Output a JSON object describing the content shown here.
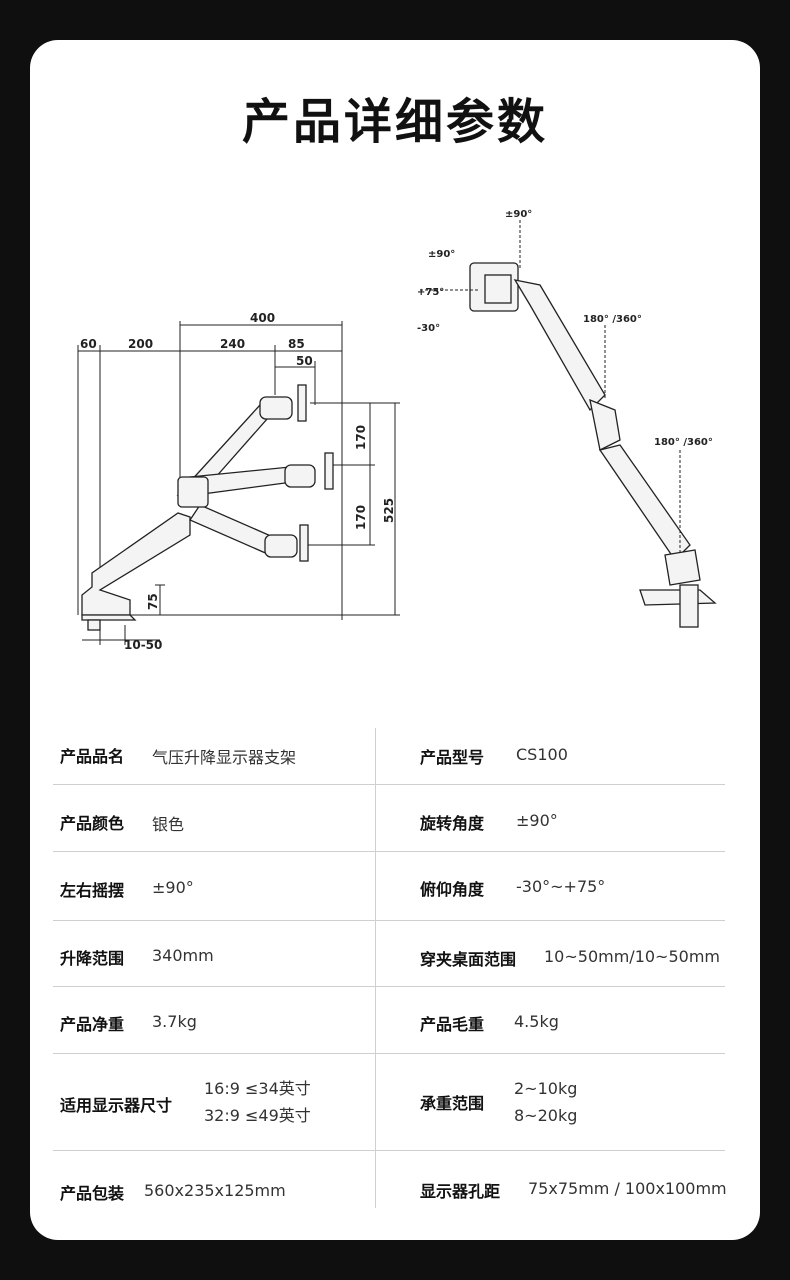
{
  "title": "产品详细参数",
  "diagram": {
    "dims": [
      "400",
      "60",
      "200",
      "240",
      "85",
      "50",
      "170",
      "170",
      "525",
      "75",
      "10-50"
    ],
    "angles": [
      "±90°",
      "±90°",
      "+75°",
      "-30°",
      "180° /360°",
      "180° /360°"
    ]
  },
  "specs": {
    "left": [
      {
        "label": "产品品名",
        "value": "气压升降显示器支架"
      },
      {
        "label": "产品颜色",
        "value": "银色"
      },
      {
        "label": "左右摇摆",
        "value": "±90°"
      },
      {
        "label": "升降范围",
        "value": "340mm"
      },
      {
        "label": "产品净重",
        "value": "3.7kg"
      },
      {
        "label": "适用显示器尺寸",
        "value": "16:9  ≤34英寸",
        "value2": "32:9  ≤49英寸"
      },
      {
        "label": "产品包装",
        "value": "560x235x125mm"
      }
    ],
    "right": [
      {
        "label": "产品型号",
        "value": "CS100"
      },
      {
        "label": "旋转角度",
        "value": "±90°"
      },
      {
        "label": "俯仰角度",
        "value": "-30°~+75°"
      },
      {
        "label": "穿夹桌面范围",
        "value": "10~50mm/10~50mm"
      },
      {
        "label": "产品毛重",
        "value": "4.5kg"
      },
      {
        "label": "承重范围",
        "value": "2~10kg",
        "value2": "8~20kg"
      },
      {
        "label": "显示器孔距",
        "value": "75x75mm / 100x100mm"
      }
    ]
  }
}
